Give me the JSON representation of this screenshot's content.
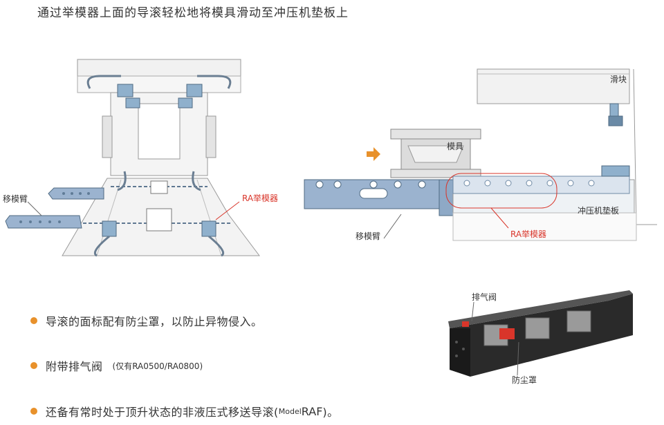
{
  "header": {
    "title": "通过举模器上面的导滚轻松地将模具滑动至冲压机垫板上"
  },
  "diagram_left": {
    "label_arm": "移模臂",
    "label_ra": "RA举模器"
  },
  "diagram_right": {
    "label_slider": "滑块",
    "label_die": "模具",
    "label_bolster": "冲压机垫板",
    "label_arm": "移模臂",
    "label_ra": "RA举模器"
  },
  "photo": {
    "label_valve": "排气阀",
    "label_cover": "防尘罩"
  },
  "bullets": [
    {
      "text": "导滚的面标配有防尘罩，以防止异物侵入。"
    },
    {
      "text": "附带排气阀",
      "note": "(仅有RA0500/RA0800)"
    },
    {
      "text": "还备有常时处于顶升状态的非液压式移送导滚(",
      "model_small": "Model ",
      "model_big": "RAF",
      "tail": ")。"
    }
  ],
  "colors": {
    "accent": "#e8912b",
    "red": "#d9352a",
    "arm_blue": "#9bb3cf"
  }
}
